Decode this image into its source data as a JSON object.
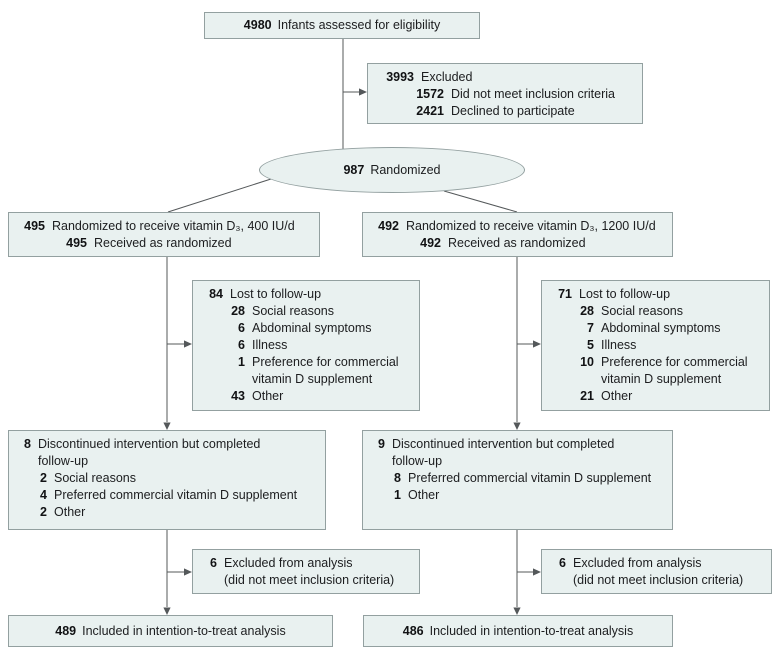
{
  "figure": {
    "type": "consort-flow-diagram",
    "colors": {
      "box_fill": "#e9f1f0",
      "box_border": "#93a0a0",
      "connector": "#54585a",
      "text": "#1c1d1f"
    }
  },
  "boxes": {
    "eligibility": {
      "num": "4980",
      "label": "Infants assessed for eligibility"
    },
    "excluded": {
      "lines": [
        {
          "num": "3993",
          "text": "Excluded"
        },
        {
          "num": "1572",
          "text": "Did not meet inclusion criteria"
        },
        {
          "num": "2421",
          "text": "Declined to participate"
        }
      ]
    },
    "randomized": {
      "num": "987",
      "label": "Randomized"
    },
    "arm_400": {
      "lines": [
        {
          "num": "495",
          "text": "Randomized to receive vitamin D₃, 400 IU/d"
        },
        {
          "num": "495",
          "text": "Received as randomized"
        }
      ]
    },
    "arm_1200": {
      "lines": [
        {
          "num": "492",
          "text": "Randomized to receive vitamin D₃, 1200 IU/d"
        },
        {
          "num": "492",
          "text": "Received as randomized"
        }
      ]
    },
    "lost_400": {
      "lines": [
        {
          "num": "84",
          "text": "Lost to follow-up"
        },
        {
          "num": "28",
          "text": "Social reasons"
        },
        {
          "num": "6",
          "text": "Abdominal symptoms"
        },
        {
          "num": "6",
          "text": "Illness"
        },
        {
          "num": "1",
          "text": "Preference for commercial"
        },
        {
          "num": "",
          "text": "vitamin D supplement"
        },
        {
          "num": "43",
          "text": "Other"
        }
      ]
    },
    "lost_1200": {
      "lines": [
        {
          "num": "71",
          "text": "Lost to follow-up"
        },
        {
          "num": "28",
          "text": "Social reasons"
        },
        {
          "num": "7",
          "text": "Abdominal symptoms"
        },
        {
          "num": "5",
          "text": "Illness"
        },
        {
          "num": "10",
          "text": "Preference for commercial"
        },
        {
          "num": "",
          "text": "vitamin D supplement"
        },
        {
          "num": "21",
          "text": "Other"
        }
      ]
    },
    "disc_400": {
      "lines": [
        {
          "num": "8",
          "text": "Discontinued intervention but completed"
        },
        {
          "num": "",
          "text": "follow-up"
        },
        {
          "num": "2",
          "text": "Social reasons"
        },
        {
          "num": "4",
          "text": "Preferred commercial vitamin D supplement"
        },
        {
          "num": "2",
          "text": "Other"
        }
      ]
    },
    "disc_1200": {
      "lines": [
        {
          "num": "9",
          "text": "Discontinued intervention but completed"
        },
        {
          "num": "",
          "text": "follow-up"
        },
        {
          "num": "8",
          "text": "Preferred commercial vitamin D supplement"
        },
        {
          "num": "1",
          "text": "Other"
        }
      ]
    },
    "excl_analysis_400": {
      "lines": [
        {
          "num": "6",
          "text": "Excluded from analysis"
        },
        {
          "num": "",
          "text": "(did not meet inclusion criteria)"
        }
      ]
    },
    "excl_analysis_1200": {
      "lines": [
        {
          "num": "6",
          "text": "Excluded from analysis"
        },
        {
          "num": "",
          "text": "(did not meet inclusion criteria)"
        }
      ]
    },
    "itt_400": {
      "num": "489",
      "label": "Included in intention-to-treat analysis"
    },
    "itt_1200": {
      "num": "486",
      "label": "Included in intention-to-treat analysis"
    }
  }
}
